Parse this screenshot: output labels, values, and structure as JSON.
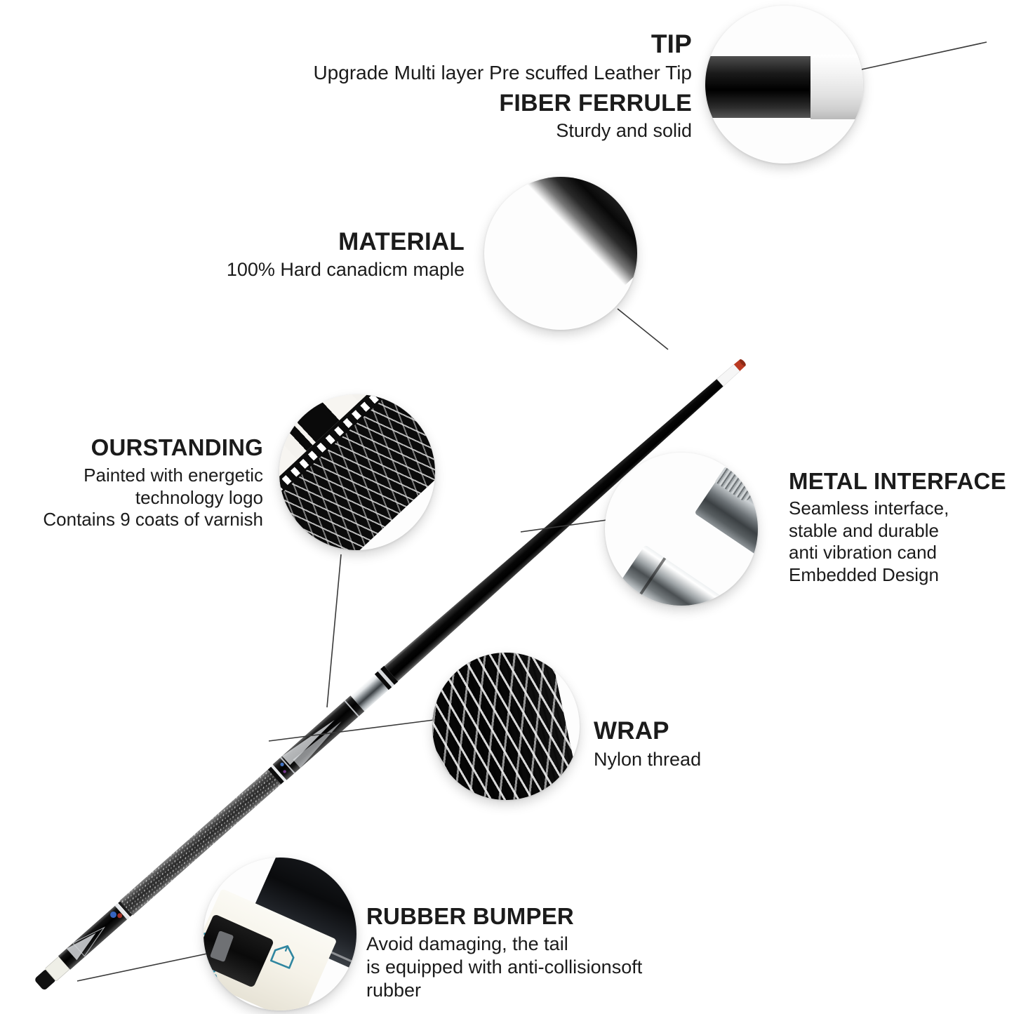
{
  "page": {
    "title": "Pool Cue Stick Feature Infographic",
    "background_color": "#ffffff",
    "brand": "homeseason",
    "brand_color": "#2f86a0"
  },
  "callouts": [
    {
      "id": "tip",
      "heading": "TIP",
      "body": "Upgrade Multi layer Pre scuffed Leather Tip",
      "align": "right"
    },
    {
      "id": "fiber-ferrule",
      "heading": "FIBER FERRULE",
      "body": "Sturdy and solid",
      "align": "right"
    },
    {
      "id": "material",
      "heading": "MATERIAL",
      "body": "100% Hard canadicm maple",
      "align": "right"
    },
    {
      "id": "ourstanding",
      "heading": "OURSTANDING",
      "body": "Painted with energetic\ntechnology logo\nContains 9 coats of varnish",
      "align": "right"
    },
    {
      "id": "metal-interface",
      "heading": "METAL INTERFACE",
      "body": "Seamless interface,\nstable and durable\nanti vibration cand\nEmbedded Design",
      "align": "left"
    },
    {
      "id": "wrap",
      "heading": "WRAP",
      "body": "Nylon thread",
      "align": "left"
    },
    {
      "id": "rubber-bumper",
      "heading": "RUBBER BUMPER",
      "body": "Avoid damaging, the tail\nis equipped with anti-collisionsoft rubber",
      "align": "left"
    }
  ],
  "detail_bubbles": [
    {
      "id": "tip-bubble",
      "subject": "cue tip with white ferrule and red multi-layer leather tip"
    },
    {
      "id": "material-bubble",
      "subject": "glossy black maple shaft close-up"
    },
    {
      "id": "ourstanding-bubble",
      "subject": "decorative painted forearm and speckled wrap"
    },
    {
      "id": "metal-interface-bubble",
      "subject": "chrome joint pin and brass threaded socket"
    },
    {
      "id": "wrap-bubble",
      "subject": "black and white speckled nylon thread wrap"
    },
    {
      "id": "rubber-bumper-bubble",
      "subject": "cue butt cap with homeseason logo and rubber bumper"
    }
  ],
  "product": {
    "name": "Pool Cue Stick",
    "orientation": "diagonal from lower-left butt to upper-right tip",
    "segments": [
      {
        "name": "leather-tip",
        "color": "#c7341c"
      },
      {
        "name": "ferrule",
        "color": "#f2f2f2"
      },
      {
        "name": "shaft",
        "color": "#101010"
      },
      {
        "name": "joint-collar",
        "color": "#b9bec2"
      },
      {
        "name": "forearm",
        "color": "#1a1a1a"
      },
      {
        "name": "nylon-wrap",
        "color": "#3d3d3d"
      },
      {
        "name": "butt-sleeve",
        "color": "#0d0d0d"
      },
      {
        "name": "butt-cap",
        "color": "#efefe7"
      },
      {
        "name": "rubber-bumper",
        "color": "#131313"
      }
    ]
  }
}
